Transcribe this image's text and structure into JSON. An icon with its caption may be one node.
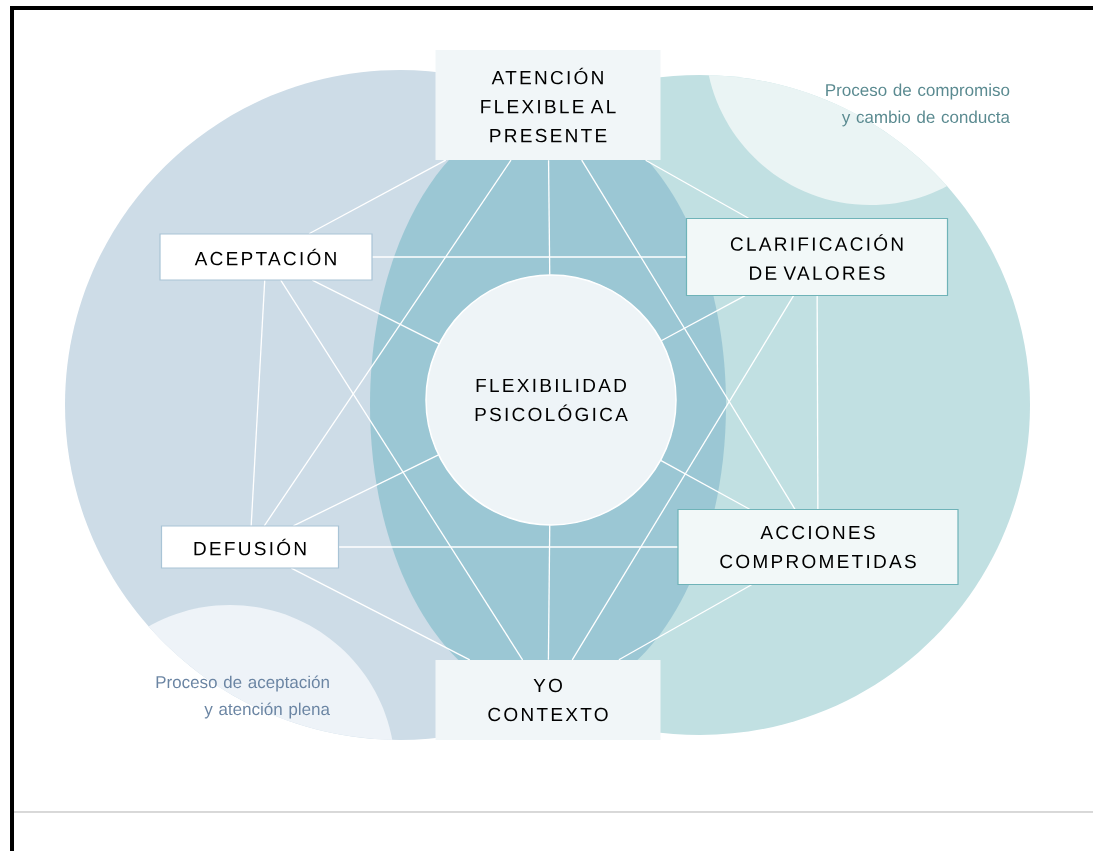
{
  "diagram": {
    "nodes": [
      {
        "text": [
          "ATENCIÓN FLEXIBLE AL PRESENTE"
        ]
      },
      {
        "text": [
          "ACEPTACIÓN"
        ]
      },
      {
        "text": [
          "CLARIFICACIÓN DE VALORES"
        ]
      },
      {
        "text": [
          "FLEXIBILIDAD PSICOLÓGICA"
        ]
      },
      {
        "text": [
          "DEFUSIÓN"
        ]
      },
      {
        "text": [
          "ACCIONES COMPROMETIDAS"
        ]
      },
      {
        "text": [
          "YO CONTEXTO"
        ]
      }
    ],
    "edges": [
      {
        "from": 0,
        "to": 1,
        "arrow": "none"
      },
      {
        "from": 0,
        "to": 2,
        "arrow": "none"
      },
      {
        "from": 0,
        "to": 4,
        "arrow": "none"
      },
      {
        "from": 0,
        "to": 5,
        "arrow": "none"
      },
      {
        "from": 0,
        "to": 3,
        "arrow": "none"
      },
      {
        "from": 3,
        "to": 6,
        "arrow": "none"
      },
      {
        "from": 1,
        "to": 2,
        "arrow": "none"
      },
      {
        "from": 1,
        "to": 4,
        "arrow": "none"
      },
      {
        "from": 1,
        "to": 3,
        "arrow": "none"
      },
      {
        "from": 3,
        "to": 5,
        "arrow": "none"
      },
      {
        "from": 1,
        "to": 6,
        "arrow": "none"
      },
      {
        "from": 2,
        "to": 3,
        "arrow": "none"
      },
      {
        "from": 3,
        "to": 4,
        "arrow": "none"
      },
      {
        "from": 2,
        "to": 5,
        "arrow": "none"
      },
      {
        "from": 2,
        "to": 6,
        "arrow": "none"
      },
      {
        "from": 4,
        "to": 5,
        "arrow": "none"
      },
      {
        "from": 4,
        "to": 6,
        "arrow": "none"
      },
      {
        "from": 5,
        "to": 6,
        "arrow": "none"
      }
    ],
    "labels": [
      "Proceso de compromiso y cambio de conducta",
      "Proceso de aceptación y atención plena"
    ]
  }
}
